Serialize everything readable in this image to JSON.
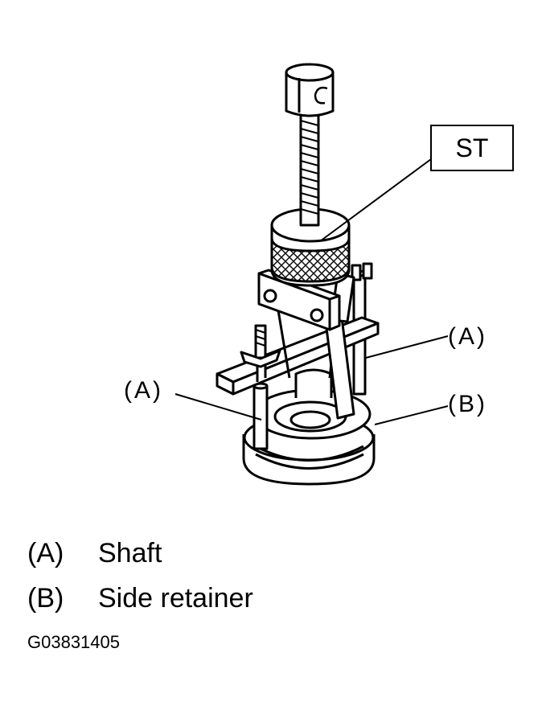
{
  "diagram": {
    "st_label": "ST",
    "callouts": {
      "a_left": "(A)",
      "a_right": "(A)",
      "b_right": "(B)"
    }
  },
  "legend": [
    {
      "key": "(A)",
      "label": "Shaft"
    },
    {
      "key": "(B)",
      "label": "Side retainer"
    }
  ],
  "figure_id": "G03831405"
}
